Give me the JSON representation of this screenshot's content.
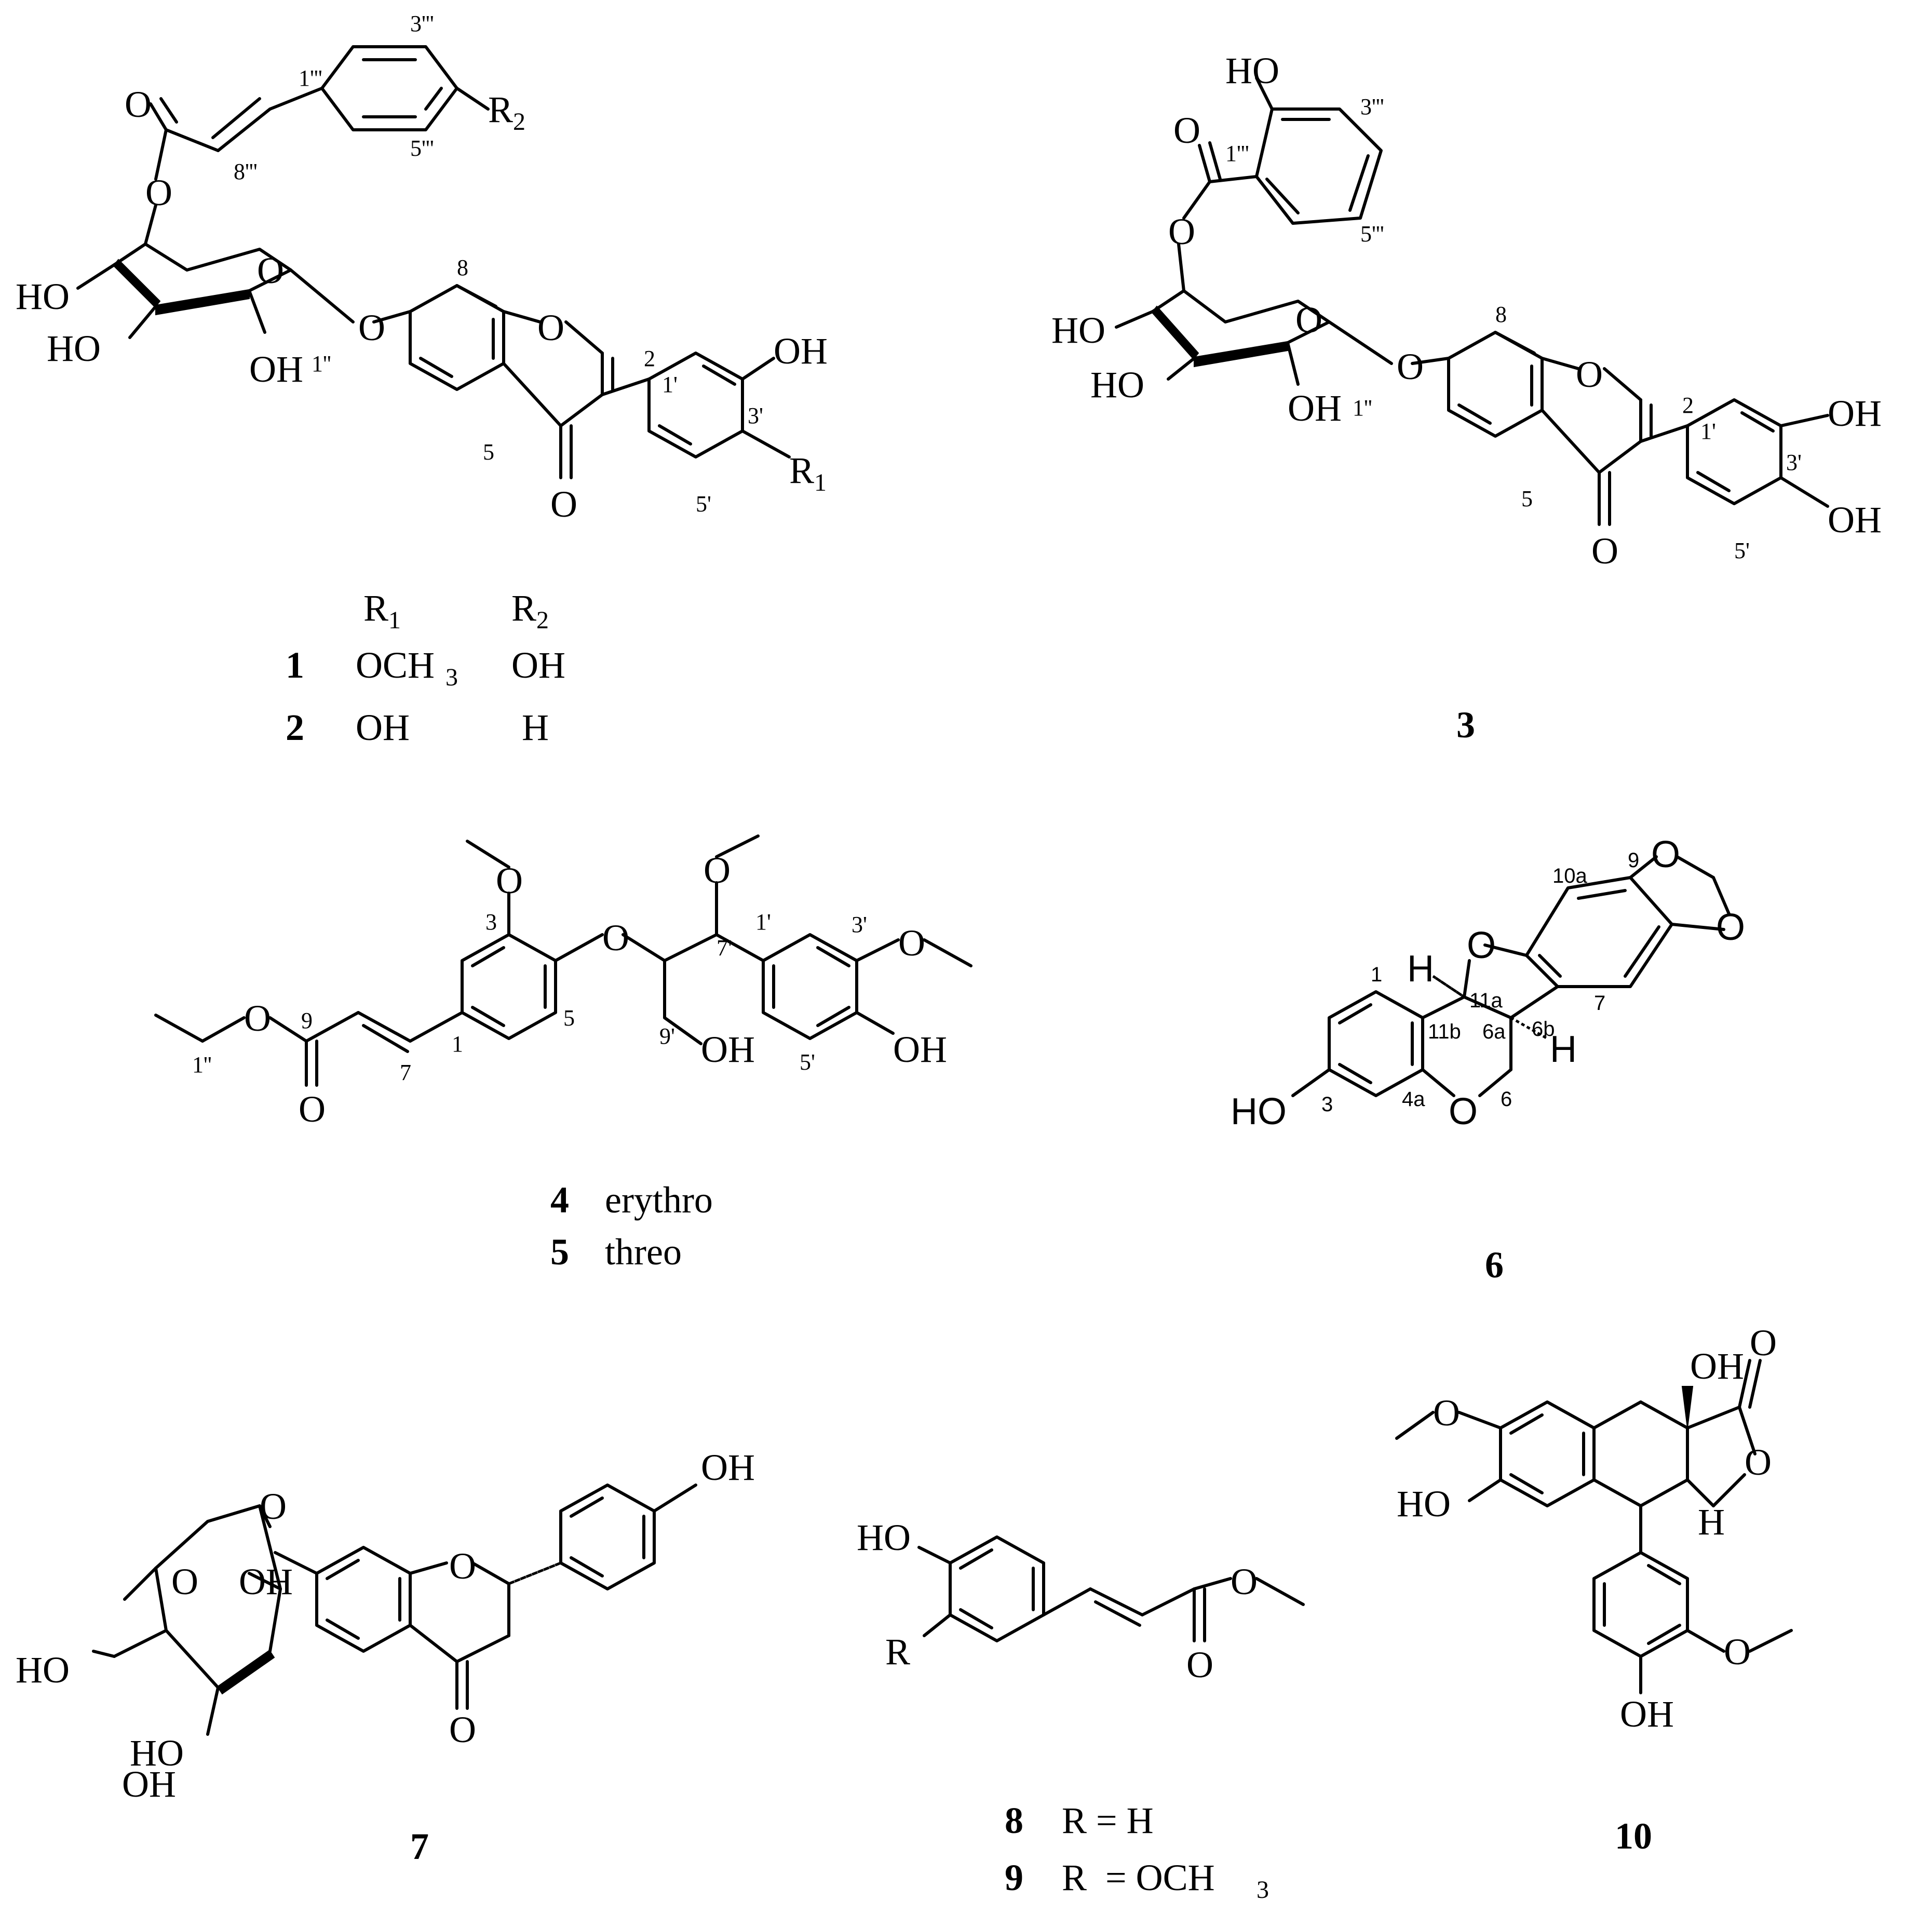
{
  "compounds": [
    {
      "id": "1",
      "label": "1"
    },
    {
      "id": "2",
      "label": "2"
    },
    {
      "id": "3",
      "label": "3"
    },
    {
      "id": "4",
      "label": "4"
    },
    {
      "id": "5",
      "label": "5"
    },
    {
      "id": "6",
      "label": "6"
    },
    {
      "id": "7",
      "label": "7"
    },
    {
      "id": "8",
      "label": "8"
    },
    {
      "id": "9",
      "label": "9"
    },
    {
      "id": "10",
      "label": "10"
    }
  ],
  "table12": {
    "header_r1": "R",
    "header_r1_sub": "1",
    "header_r2": "R",
    "header_r2_sub": "2",
    "row1": {
      "cpd": "1",
      "r1_main": "OCH",
      "r1_sub": "3",
      "r2": "OH"
    },
    "row2": {
      "cpd": "2",
      "r1": "OH",
      "r2": "H"
    }
  },
  "table45": {
    "row4": {
      "cpd": "4",
      "config": "erythro"
    },
    "row5": {
      "cpd": "5",
      "config": "threo"
    }
  },
  "table89": {
    "row8": {
      "cpd": "8",
      "sub": "R = H"
    },
    "row9": {
      "cpd": "9",
      "sub_main": "R  = OCH",
      "sub_sub": "3"
    }
  },
  "atoms": {
    "O": "O",
    "OH": "OH",
    "HO": "HO",
    "H": "H",
    "R": "R",
    "R1": "R",
    "R1_sub": "1",
    "R2": "R",
    "R2_sub": "2"
  },
  "positions": {
    "p1t": "1'''",
    "p3t": "3'''",
    "p5t": "5'''",
    "p8t": "8'''",
    "p1d": "1''",
    "p1p": "1'",
    "p3p": "3'",
    "p5p": "5'",
    "p7p": "7'",
    "p9p": "9'",
    "n1": "1",
    "n2": "2",
    "n3": "3",
    "n5": "5",
    "n6": "6",
    "n7": "7",
    "n8": "8",
    "n9": "9",
    "n4a": "4a",
    "n6a": "6a",
    "n6b": "6b",
    "n10a": "10a",
    "n11a": "11a",
    "n11b": "11b"
  }
}
